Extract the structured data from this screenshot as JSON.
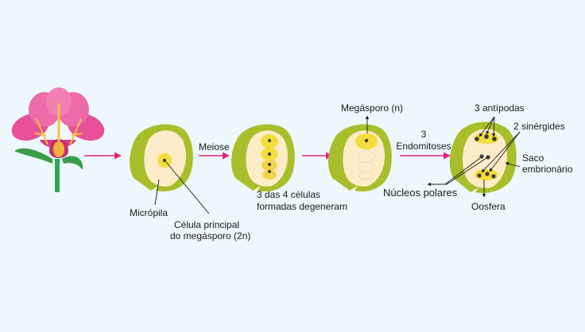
{
  "labels": {
    "micropila": "Micrópila",
    "celula_principal_1": "Célula principal",
    "celula_principal_2": "do megásporo (2n)",
    "meiose": "Meiose",
    "degeneram_1": "3 das 4 células",
    "degeneram_2": "formadas degeneram",
    "megasporo": "Megásporo (n)",
    "endomitoses_1": "3",
    "endomitoses_2": "Endomitoses",
    "antipodas": "3 antípodas",
    "sinergides": "2 sinérgides",
    "saco_1": "Saco",
    "saco_2": "embrionário",
    "nucleos_polares": "Núcleos polares",
    "oosfera": "Oosfera"
  },
  "colors": {
    "background": "#eef8fc",
    "ovule_outer": "#a7bf2a",
    "ovule_inner": "#fdecc8",
    "cell_yellow": "#f3dd3a",
    "arrow_pink": "#e5217f",
    "petal_pink": "#e8509a",
    "stem_green": "#2fa65a"
  }
}
